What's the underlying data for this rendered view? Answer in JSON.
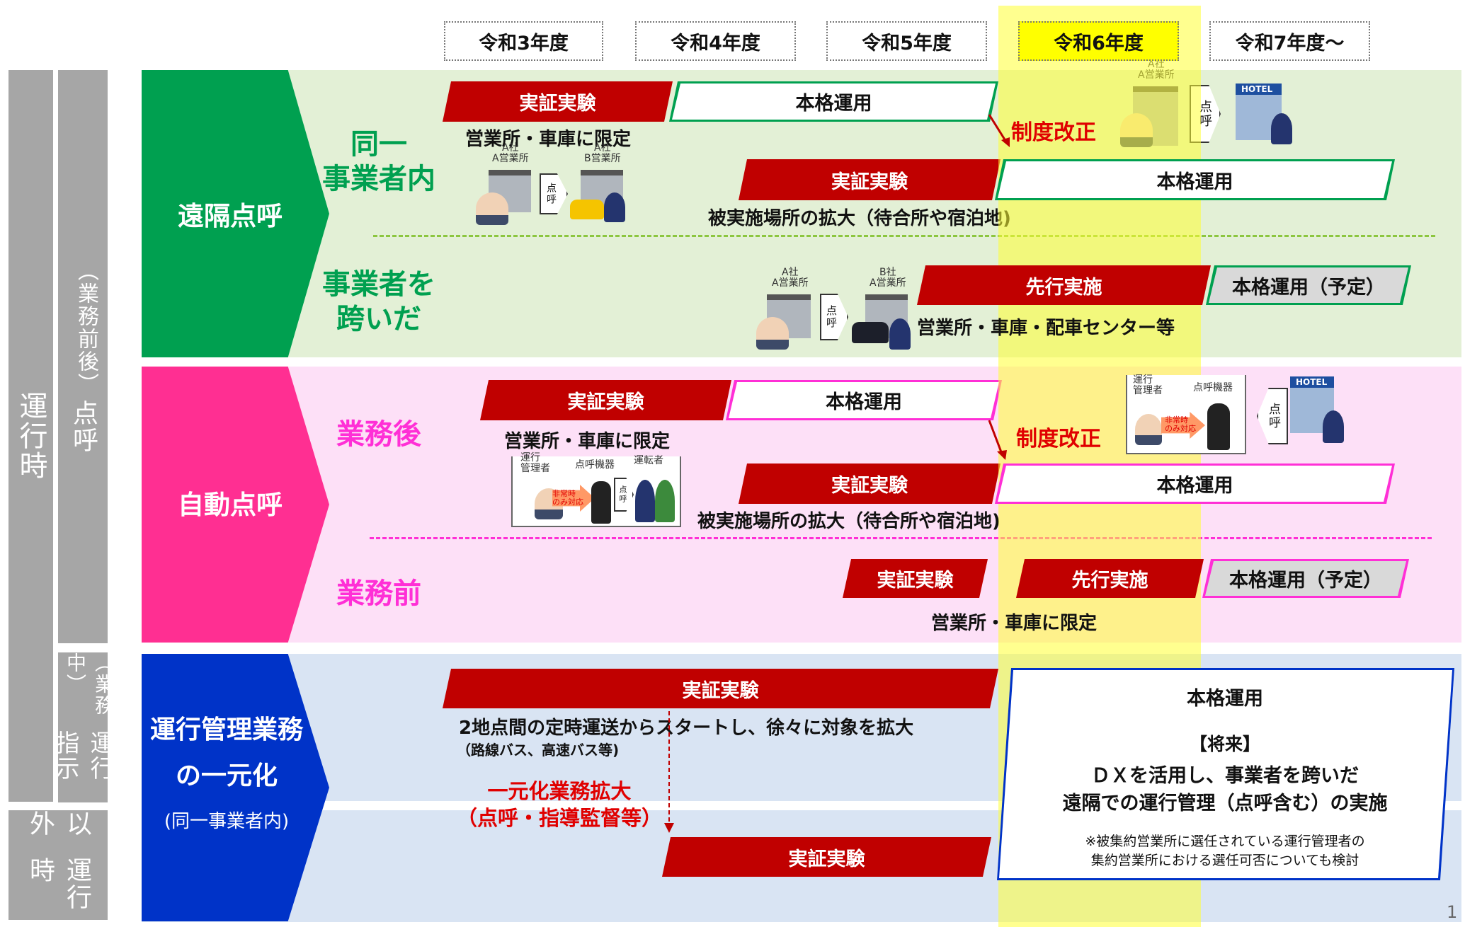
{
  "years": [
    "令和3年度",
    "令和4年度",
    "令和5年度",
    "令和6年度",
    "令和7年度〜"
  ],
  "left": {
    "outer_top": "運行時",
    "tenko": "点呼",
    "tenko_sub": "（業務前後）",
    "unko": "運行指示",
    "unko_sub": "（業務中）",
    "outer_bottom_a": "運行時",
    "outer_bottom_b": "以外"
  },
  "sections": {
    "remote": {
      "label": "遠隔点呼",
      "cat1": "同一\n事業者内",
      "cat2": "事業者を\n跨いだ"
    },
    "auto": {
      "label": "自動点呼",
      "cat1": "業務後",
      "cat2": "業務前"
    },
    "central": {
      "label": "運行管理業務\nの一元化",
      "sub": "(同一事業者内)"
    }
  },
  "bars": {
    "jissho": "実証実験",
    "honkaku": "本格運用",
    "senko": "先行実施",
    "honkaku_yotei": "本格運用（予定）"
  },
  "notes": {
    "limited": "営業所・車庫に限定",
    "expand": "被実施場所の拡大（待合所や宿泊地)",
    "cross": "営業所・車庫・配車センター等",
    "seido": "制度改正",
    "start": "2地点間の定時運送からスタートし、徐々に対象を拡大",
    "bus": "（路線バス、高速バス等)",
    "expand_red": "一元化業務拡大\n（点呼・指導監督等）"
  },
  "future": {
    "title": "本格運用",
    "head": "【将来】",
    "line1": "ＤＸを活用し、事業者を跨いだ",
    "line2": "遠隔での運行管理（点呼含む）の実施",
    "note1": "※被集約営業所に選任されている運行管理者の",
    "note2": "集約営業所における選任可否についても検討"
  },
  "illus": {
    "a_company": "A社\nA営業所",
    "a_company_b": "A社\nB営業所",
    "b_company": "B社\nA営業所",
    "tenko": "点呼",
    "hotel": "HOTEL",
    "manager": "運行\n管理者",
    "device": "点呼機器",
    "driver": "運転者",
    "emergency": "非常時\nのみ対応"
  },
  "page_number": "1",
  "colors": {
    "green": "#00a050",
    "magenta": "#ff2f92",
    "blue": "#0033c8",
    "red": "#c00000",
    "highlight": "#ffff33",
    "green_bg": "#e3f0d6",
    "pink_bg": "#fde0f7",
    "blue_bg": "#d9e4f3"
  }
}
